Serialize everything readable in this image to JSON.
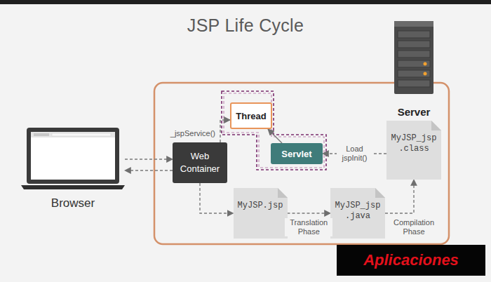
{
  "diagram": {
    "title": "JSP Life Cycle",
    "nodes": [
      {
        "text": [
          "Server"
        ]
      },
      {
        "text": [
          "Thread"
        ]
      },
      {
        "text": [
          "Browser"
        ]
      },
      {
        "text": [
          "Web Container"
        ]
      },
      {
        "text": [
          "Servlet"
        ]
      },
      {
        "text": [
          "MyJSP_jsp .class"
        ]
      },
      {
        "text": [
          "MyJSP.jsp"
        ]
      },
      {
        "text": [
          "MyJSP_jsp .java"
        ]
      },
      {
        "text": [
          "Aplicaciones"
        ]
      }
    ],
    "edges": [
      {
        "from": 2,
        "to": 3,
        "arrow": "to"
      },
      {
        "from": 3,
        "to": 2,
        "arrow": "to"
      },
      {
        "from": 3,
        "to": 1,
        "label": "_jspService()",
        "arrow": "to"
      },
      {
        "from": 4,
        "to": 1,
        "arrow": "to"
      },
      {
        "from": 5,
        "to": 4,
        "label": "Load jspInit()",
        "arrow": "to"
      },
      {
        "from": 3,
        "to": 6,
        "arrow": "to"
      },
      {
        "from": 6,
        "to": 7,
        "label": "Translation Phase",
        "arrow": "to"
      },
      {
        "from": 7,
        "to": 5,
        "label": "Compilation Phase",
        "arrow": "to"
      }
    ]
  }
}
